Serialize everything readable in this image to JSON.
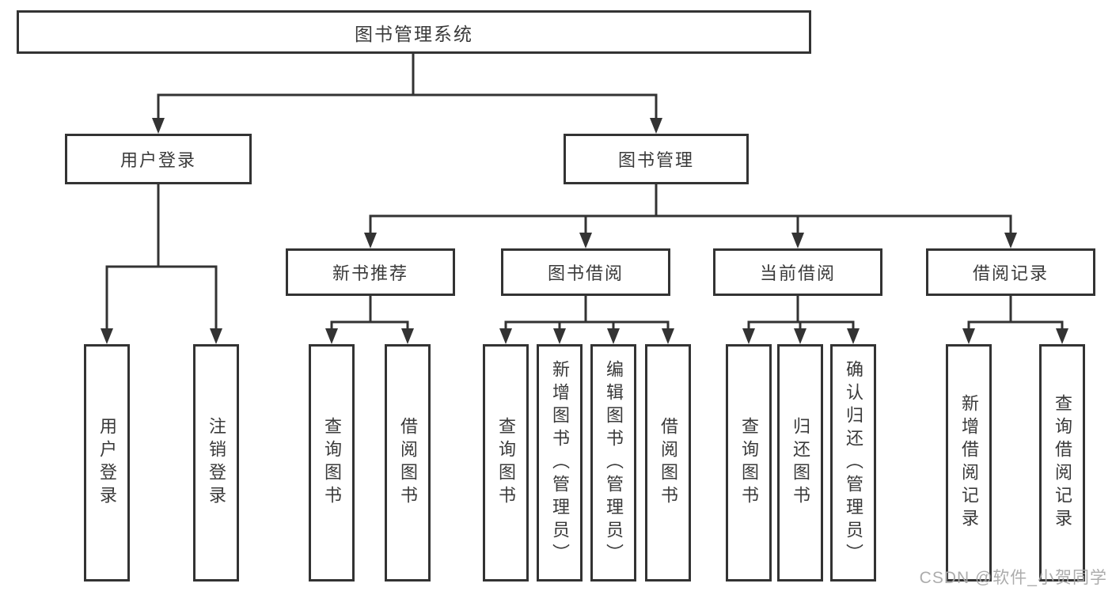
{
  "diagram": {
    "type": "tree",
    "background": "#ffffff",
    "line_color": "#333333",
    "box_border_color": "#333333",
    "box_fill_color": "#ffffff",
    "text_color": "#3a3a3a"
  },
  "tree": {
    "label": "图书管理系统",
    "children": [
      {
        "label": "用户登录",
        "children": [
          {
            "label": "用户登录"
          },
          {
            "label": "注销登录"
          }
        ]
      },
      {
        "label": "图书管理",
        "children": [
          {
            "label": "新书推荐",
            "children": [
              {
                "label": "查询图书"
              },
              {
                "label": "借阅图书"
              }
            ]
          },
          {
            "label": "图书借阅",
            "children": [
              {
                "label": "查询图书"
              },
              {
                "label": "新增图书（管理员）"
              },
              {
                "label": "编辑图书（管理员）"
              },
              {
                "label": "借阅图书"
              }
            ]
          },
          {
            "label": "当前借阅",
            "children": [
              {
                "label": "查询图书"
              },
              {
                "label": "归还图书"
              },
              {
                "label": "确认归还（管理员）"
              }
            ]
          },
          {
            "label": "借阅记录",
            "children": [
              {
                "label": "新增借阅记录"
              },
              {
                "label": "查询借阅记录"
              }
            ]
          }
        ]
      }
    ]
  },
  "watermark": {
    "text": "CSDN @软件_小贺同学",
    "color": "#a8a8a8"
  }
}
